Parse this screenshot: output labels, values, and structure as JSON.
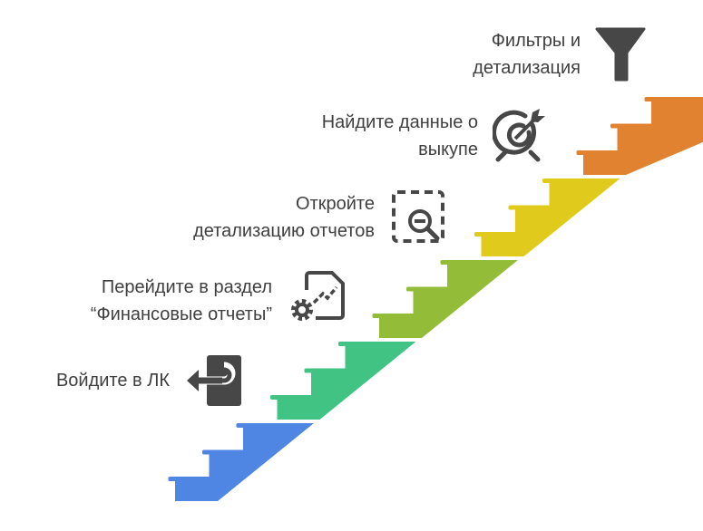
{
  "steps": [
    {
      "lines": [
        "Войдите в ЛК"
      ],
      "icon": "exit-door-icon",
      "color": "#4F86E3"
    },
    {
      "lines": [
        "Перейдите в раздел",
        "“Финансовые отчеты”"
      ],
      "icon": "report-gear-icon",
      "color": "#41C483"
    },
    {
      "lines": [
        "Откройте",
        "детализацию отчетов"
      ],
      "icon": "zoom-out-selection-icon",
      "color": "#93BC39"
    },
    {
      "lines": [
        "Найдите данные о",
        "выкупе"
      ],
      "icon": "target-icon",
      "color": "#E0CB1C"
    },
    {
      "lines": [
        "Фильтры и",
        "детализация"
      ],
      "icon": "funnel-icon",
      "color": "#E08230"
    }
  ],
  "icon_color": "#474747"
}
